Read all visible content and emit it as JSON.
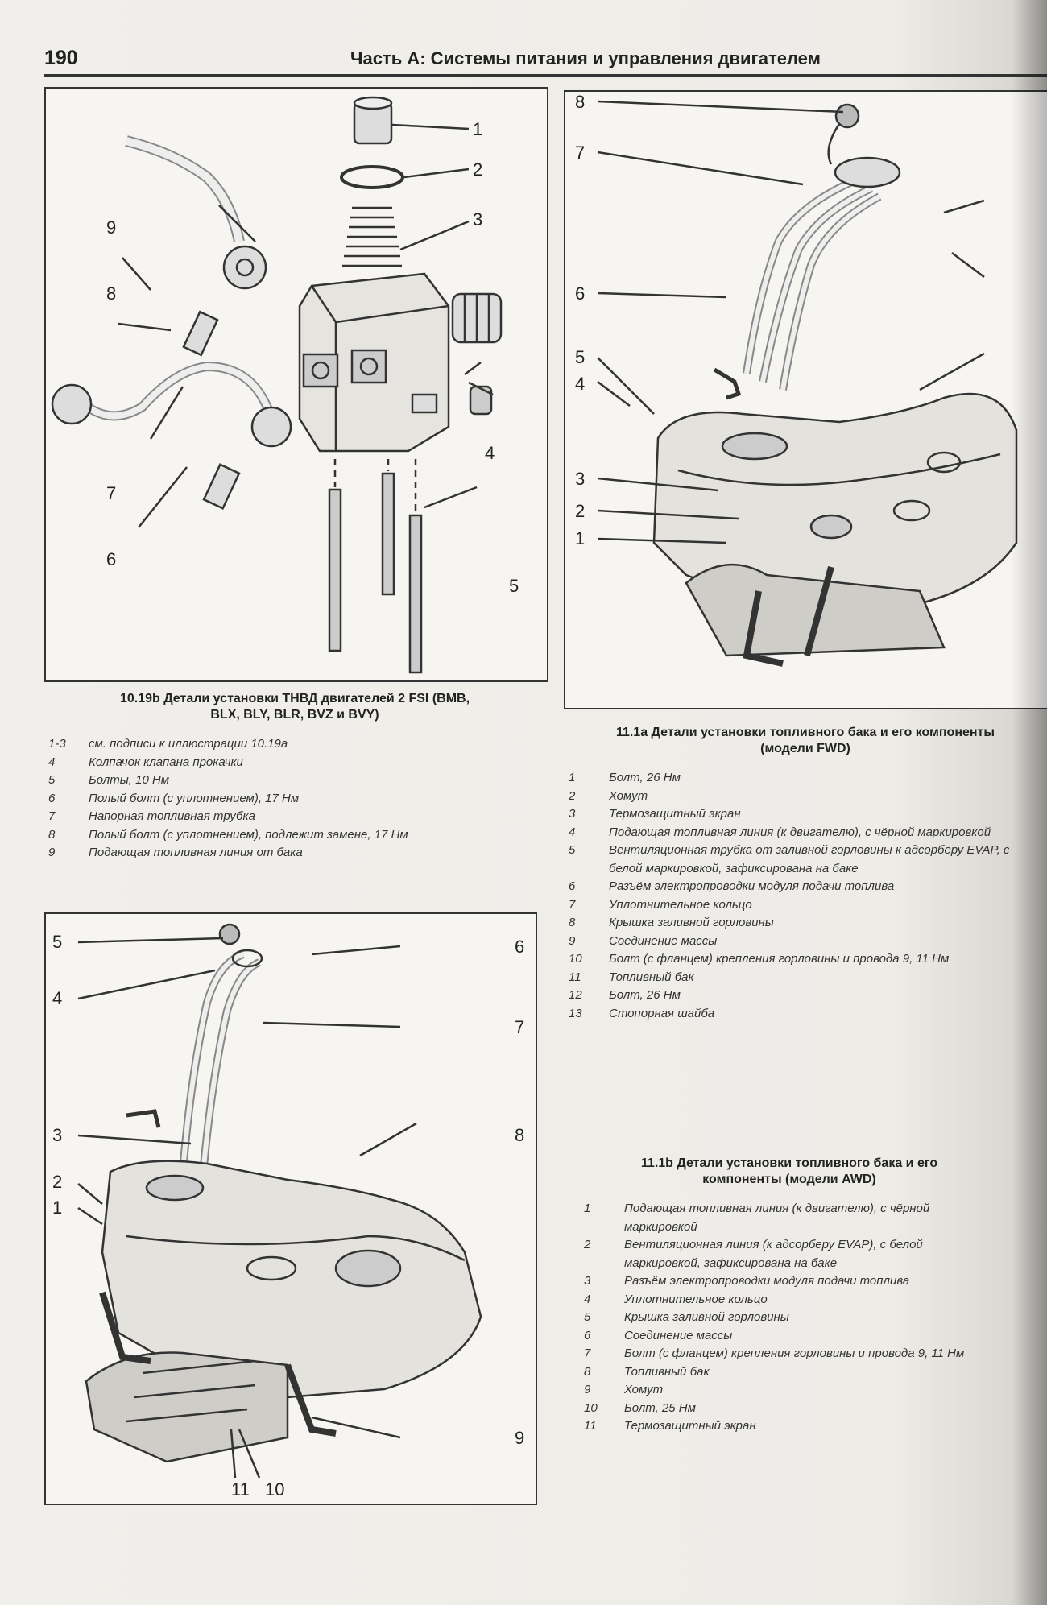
{
  "header": {
    "page_number": "190",
    "title": "Часть А: Системы питания и управления двигателем"
  },
  "figure_1": {
    "callouts": [
      "1",
      "2",
      "3",
      "4",
      "5",
      "6",
      "7",
      "8",
      "9"
    ],
    "caption_line1": "10.19b Детали установки ТНВД двигателей 2    FSI (BMB,",
    "caption_line2": "BLX, BLY, BLR, BVZ и BVY)",
    "legend": [
      {
        "n": "1-3",
        "t": "см. подписи к иллюстрации 10.19a"
      },
      {
        "n": "4",
        "t": "Колпачок клапана прокачки"
      },
      {
        "n": "5",
        "t": "Болты, 10 Нм"
      },
      {
        "n": "6",
        "t": "Полый болт (с уплотнением), 17 Нм"
      },
      {
        "n": "7",
        "t": "Напорная топливная трубка"
      },
      {
        "n": "8",
        "t": "Полый болт (с уплотнением), подлежит замене, 17 Нм"
      },
      {
        "n": "9",
        "t": "Подающая топливная линия от бака"
      }
    ]
  },
  "figure_2": {
    "callouts": [
      "8",
      "7",
      "6",
      "5",
      "4",
      "3",
      "2",
      "1"
    ],
    "caption_line1": "11.1a Детали установки топливного бака и его компоненты",
    "caption_line2": "(модели FWD)",
    "legend": [
      {
        "n": "1",
        "t": "Болт, 26 Нм"
      },
      {
        "n": "2",
        "t": "Хомут"
      },
      {
        "n": "3",
        "t": "Термозащитный экран"
      },
      {
        "n": "4",
        "t": "Подающая топливная линия (к двигателю), с чёрной маркировкой"
      },
      {
        "n": "5",
        "t": "Вентиляционная трубка от заливной горловины к адсорберу EVAP, с белой маркировкой, зафиксирована на баке"
      },
      {
        "n": "6",
        "t": "Разъём электропроводки модуля подачи топлива"
      },
      {
        "n": "7",
        "t": "Уплотнительное кольцо"
      },
      {
        "n": "8",
        "t": "Крышка заливной горловины"
      },
      {
        "n": "9",
        "t": "Соединение массы"
      },
      {
        "n": "10",
        "t": "Болт (с фланцем) крепления горловины и провода 9, 11 Нм"
      },
      {
        "n": "11",
        "t": "Топливный бак"
      },
      {
        "n": "12",
        "t": "Болт, 26 Нм"
      },
      {
        "n": "13",
        "t": "Стопорная шайба"
      }
    ]
  },
  "figure_3": {
    "callouts": [
      "5",
      "4",
      "3",
      "2",
      "1",
      "6",
      "7",
      "8",
      "9",
      "11",
      "10"
    ],
    "caption_line1": "11.1b Детали установки топливного бака и его",
    "caption_line2": "компоненты (модели AWD)",
    "legend": [
      {
        "n": "1",
        "t": "Подающая топливная линия (к двигателю), с чёрной маркировкой"
      },
      {
        "n": "2",
        "t": "Вентиляционная линия (к адсорберу EVAP), с белой маркировкой, зафиксирована на баке"
      },
      {
        "n": "3",
        "t": "Разъём электропроводки модуля подачи топлива"
      },
      {
        "n": "4",
        "t": "Уплотнительное кольцо"
      },
      {
        "n": "5",
        "t": "Крышка заливной горловины"
      },
      {
        "n": "6",
        "t": "Соединение массы"
      },
      {
        "n": "7",
        "t": "Болт (с фланцем) крепления горловины и провода 9, 11 Нм"
      },
      {
        "n": "8",
        "t": "Топливный бак"
      },
      {
        "n": "9",
        "t": "Хомут"
      },
      {
        "n": "10",
        "t": "Болт, 25 Нм"
      },
      {
        "n": "11",
        "t": "Термозащитный экран"
      }
    ]
  }
}
